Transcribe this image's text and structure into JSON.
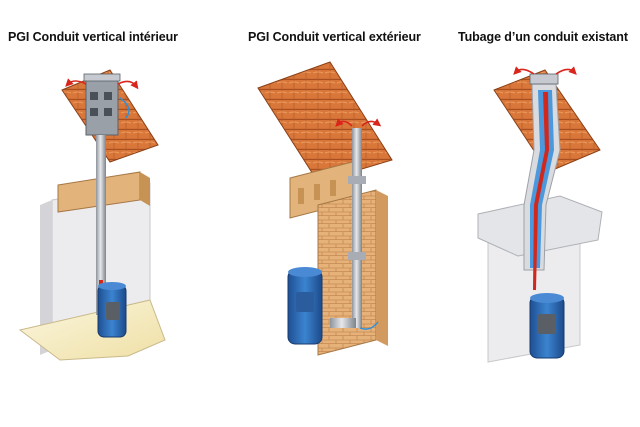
{
  "panels": [
    {
      "title": "PGI Conduit vertical intérieur"
    },
    {
      "title": "PGI Conduit vertical extérieur"
    },
    {
      "title": "Tubage d’un conduit existant"
    }
  ],
  "colors": {
    "roof_tile": "#d9773a",
    "roof_tile_dark": "#a94f1f",
    "wood_beam": "#e2b47c",
    "wall_grey": "#e9e9ea",
    "floor_cream": "#f6efcf",
    "stove_blue": "#2f6eb6",
    "flue_metal": "#b9bdc4",
    "flame_red": "#d0281d",
    "airflow_arrow": "#d9251c"
  }
}
